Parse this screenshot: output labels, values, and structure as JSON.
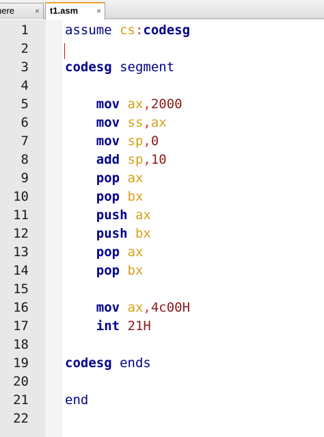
{
  "tabs": [
    {
      "label": "here",
      "close": "×",
      "active": false
    },
    {
      "label": "t1.asm",
      "close": "×",
      "active": true
    }
  ],
  "lines": [
    {
      "num": "1",
      "tokens": [
        {
          "t": "assume ",
          "c": "kw-plain"
        },
        {
          "t": "cs",
          "c": "reg"
        },
        {
          "t": ":",
          "c": "punct"
        },
        {
          "t": "codesg",
          "c": "kw"
        }
      ]
    },
    {
      "num": "2",
      "tokens": []
    },
    {
      "num": "3",
      "tokens": [
        {
          "t": "codesg",
          "c": "kw"
        },
        {
          "t": " segment",
          "c": "kw-plain"
        }
      ]
    },
    {
      "num": "4",
      "tokens": []
    },
    {
      "num": "5",
      "tokens": [
        {
          "t": "    mov ",
          "c": "kw"
        },
        {
          "t": "ax",
          "c": "reg"
        },
        {
          "t": ",",
          "c": "punct"
        },
        {
          "t": "2000",
          "c": "num"
        }
      ]
    },
    {
      "num": "6",
      "tokens": [
        {
          "t": "    mov ",
          "c": "kw"
        },
        {
          "t": "ss",
          "c": "reg"
        },
        {
          "t": ",",
          "c": "punct"
        },
        {
          "t": "ax",
          "c": "reg"
        }
      ]
    },
    {
      "num": "7",
      "tokens": [
        {
          "t": "    mov ",
          "c": "kw"
        },
        {
          "t": "sp",
          "c": "reg"
        },
        {
          "t": ",",
          "c": "punct"
        },
        {
          "t": "0",
          "c": "num"
        }
      ]
    },
    {
      "num": "8",
      "tokens": [
        {
          "t": "    add ",
          "c": "kw"
        },
        {
          "t": "sp",
          "c": "reg"
        },
        {
          "t": ",",
          "c": "punct"
        },
        {
          "t": "10",
          "c": "num"
        }
      ]
    },
    {
      "num": "9",
      "tokens": [
        {
          "t": "    pop ",
          "c": "kw"
        },
        {
          "t": "ax",
          "c": "reg"
        }
      ]
    },
    {
      "num": "10",
      "tokens": [
        {
          "t": "    pop ",
          "c": "kw"
        },
        {
          "t": "bx",
          "c": "reg"
        }
      ]
    },
    {
      "num": "11",
      "tokens": [
        {
          "t": "    push ",
          "c": "kw"
        },
        {
          "t": "ax",
          "c": "reg"
        }
      ]
    },
    {
      "num": "12",
      "tokens": [
        {
          "t": "    push ",
          "c": "kw"
        },
        {
          "t": "bx",
          "c": "reg"
        }
      ]
    },
    {
      "num": "13",
      "tokens": [
        {
          "t": "    pop ",
          "c": "kw"
        },
        {
          "t": "ax",
          "c": "reg"
        }
      ]
    },
    {
      "num": "14",
      "tokens": [
        {
          "t": "    pop ",
          "c": "kw"
        },
        {
          "t": "bx",
          "c": "reg"
        }
      ]
    },
    {
      "num": "15",
      "tokens": []
    },
    {
      "num": "16",
      "tokens": [
        {
          "t": "    mov ",
          "c": "kw"
        },
        {
          "t": "ax",
          "c": "reg"
        },
        {
          "t": ",",
          "c": "punct"
        },
        {
          "t": "4c00H",
          "c": "num"
        }
      ]
    },
    {
      "num": "17",
      "tokens": [
        {
          "t": "    int ",
          "c": "kw"
        },
        {
          "t": "21H",
          "c": "num"
        }
      ]
    },
    {
      "num": "18",
      "tokens": []
    },
    {
      "num": "19",
      "tokens": [
        {
          "t": "codesg",
          "c": "kw"
        },
        {
          "t": " ends",
          "c": "kw-plain"
        }
      ]
    },
    {
      "num": "20",
      "tokens": []
    },
    {
      "num": "21",
      "tokens": [
        {
          "t": "end",
          "c": "kw-plain"
        }
      ]
    },
    {
      "num": "22",
      "tokens": []
    }
  ],
  "colors": {
    "keyword": "#00008b",
    "register": "#d4a017",
    "number": "#8b1a1a",
    "punctuation": "#e03030",
    "gutter": "#e8e8e8",
    "active_tab_accent": "#f0a030"
  }
}
